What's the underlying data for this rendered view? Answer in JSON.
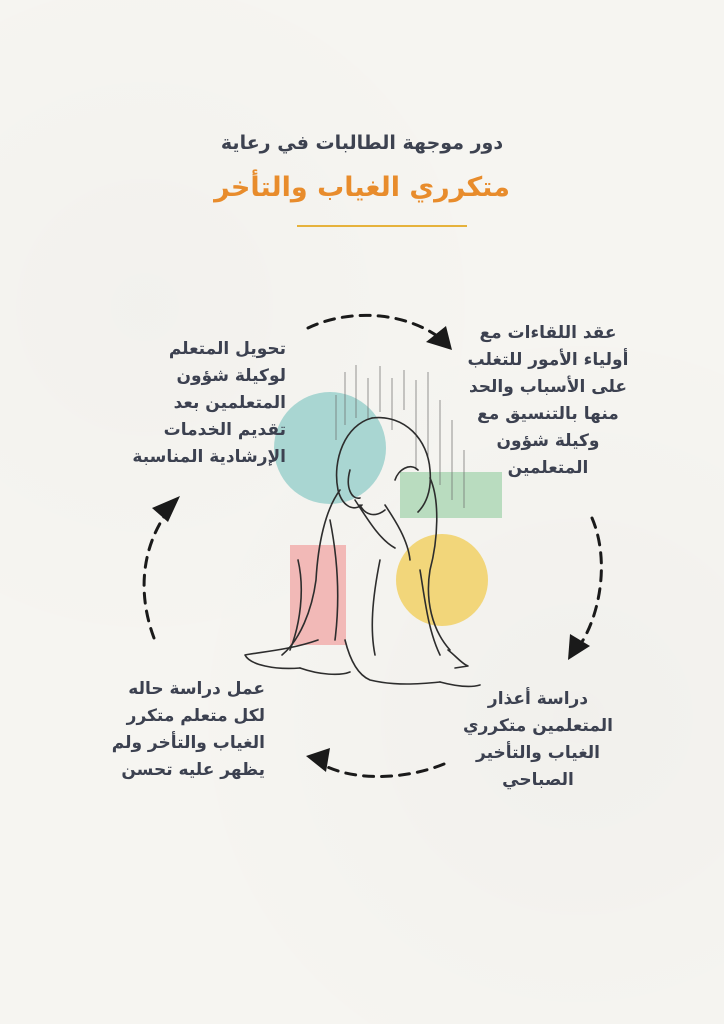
{
  "header": {
    "line1": "دور موجهة الطالبات في رعاية",
    "line2": "متكرري الغياب والتأخر"
  },
  "steps": {
    "meetings": [
      "عقد اللقاءات مع",
      "أولياء الأمور للتغلب",
      "على الأسباب والحد",
      "منها بالتنسيق مع",
      "وكيلة شؤون",
      "المتعلمين"
    ],
    "study_excuses": [
      "دراسة أعذار",
      "المتعلمين متكرري",
      "الغياب والتأخير",
      "الصباحي"
    ],
    "case_study": [
      "عمل دراسة حاله",
      "لكل متعلم متكرر",
      "الغياب والتأخر ولم",
      "يظهر عليه تحسن"
    ],
    "referral": [
      "تحويل المتعلم",
      "لوكيلة شؤون",
      "المتعلمين بعد",
      "تقديم الخدمات",
      "الإرشادية المناسبة"
    ]
  },
  "colors": {
    "accent_orange": "#e88c2c",
    "rule_gold": "#e6b23c",
    "text_dark": "#3c4150",
    "circle_teal": "#a9d6d2",
    "rect_green": "#b9dcbf",
    "rect_pink": "#f2b9b7",
    "circle_yellow": "#f2d67a"
  },
  "illustration": {
    "icon": "crying-girl-illustration",
    "cycle_arrows": "dashed-circular-arrows"
  }
}
